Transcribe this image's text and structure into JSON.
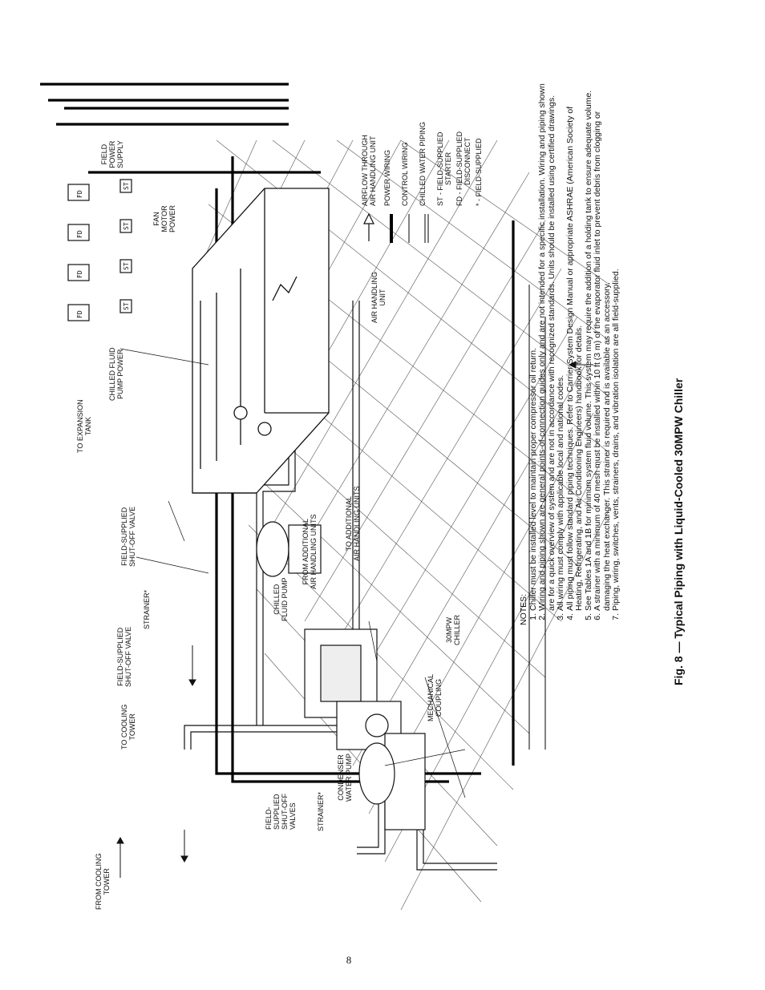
{
  "page_number": "8",
  "figure": {
    "caption": "Fig. 8 — Typical Piping with Liquid-Cooled 30MPW Chiller"
  },
  "labels": {
    "from_cooling_tower": [
      "FROM COOLING",
      "TOWER"
    ],
    "to_cooling_tower": [
      "TO COOLING",
      "TOWER"
    ],
    "field_supplied_shutoff_valve_1": [
      "FIELD-SUPPLIED",
      "SHUT-OFF VALVE"
    ],
    "strainer_top": [
      "STRAINER*"
    ],
    "field_supplied_shutoff_valve_2": [
      "FIELD-SUPPLIED",
      "SHUT-OFF VALVE"
    ],
    "to_expansion_tank": [
      "TO EXPANSION",
      "TANK"
    ],
    "chilled_fluid_pump_power": [
      "CHILLED FLUID",
      "PUMP POWER"
    ],
    "fan_motor_power": [
      "FAN",
      "MOTOR",
      "POWER"
    ],
    "field_power_supply": [
      "FIELD",
      "POWER",
      "SUPPLY"
    ],
    "field_supplied_shutoff_valves": [
      "FIELD-",
      "SUPPLIED",
      "SHUT-OFF",
      "VALVES"
    ],
    "strainer_bottom": [
      "STRAINER*"
    ],
    "condenser_water_pump": [
      "CONDENSER",
      "WATER PUMP"
    ],
    "mechanical_coupling": [
      "MECHANICAL",
      "COUPLING"
    ],
    "chiller_30mpw": [
      "30MPW",
      "CHILLER"
    ],
    "chilled_fluid_pump": [
      "CHILLED",
      "FLUID PUMP"
    ],
    "from_additional_ahu": [
      "FROM ADDITIONAL",
      "AIR HANDLING UNITS"
    ],
    "to_additional_ahu": [
      "TO ADDITIONAL",
      "AIR HANDLING UNITS"
    ],
    "air_handling_unit": [
      "AIR HANDLING",
      "UNIT"
    ]
  },
  "box_tags": {
    "fd": "FD",
    "st": "ST"
  },
  "legend": {
    "airflow": [
      "AIRFLOW THROUGH",
      "AIR HANDLING UNIT"
    ],
    "power_wiring": "POWER WIRING",
    "control_wiring": "CONTROL WIRING",
    "chilled_water_piping": "CHILLED WATER PIPING",
    "st": [
      "ST - FIELD-SUPPLIED",
      "STARTER"
    ],
    "fd": [
      "FD - FIELD-SUPPLIED",
      "DISCONNECT"
    ],
    "field_supplied": "* - FIELD-SUPPLIED"
  },
  "notes": {
    "title": "NOTES:",
    "items": [
      "Chiller must be installed level to maintain proper compressor oil return.",
      "Wiring and piping shown are general points-of-connection guides only and are not intended for a specific installation. Wiring and piping shown are for a quick overview of system and are not in accordance with recognized standards. Units should be installed using certified drawings.",
      "All wiring must comply with applicable local and national codes.",
      "All piping must follow standard piping techniques. Refer to Carrier System Design Manual or appropriate ASHRAE (American Society of Heating, Refrigerating, and Air Conditioning Engineers) handbook for details.",
      "See Tables 1A and 1B for minimum system fluid volume. This system may require the addition of a holding tank to ensure adequate volume.",
      "A strainer with a minimum of 40 mesh must be installed within 10 ft (3 m) of the evaporator fluid inlet to prevent debris from clogging or damaging the heat exchanger. This strainer is required and is available as an accessory.",
      "Piping, wiring, switches, vents, strainers, drains, and vibration isolation are all field-supplied."
    ]
  }
}
